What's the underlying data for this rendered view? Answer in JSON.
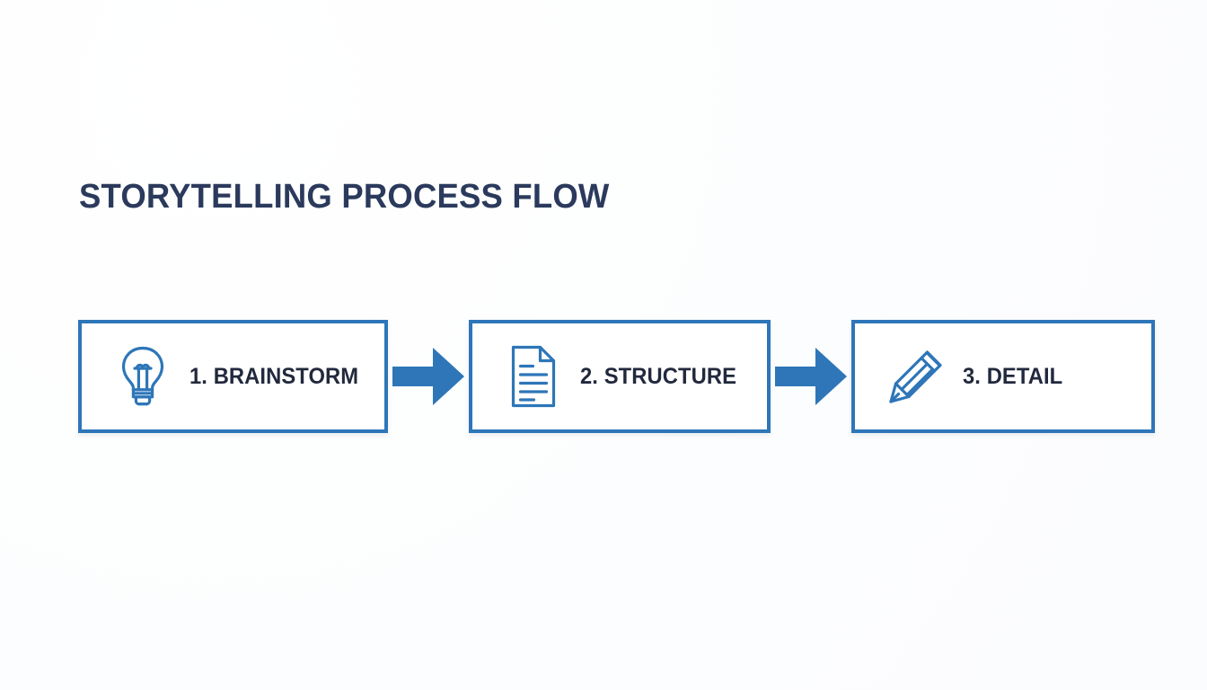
{
  "slide": {
    "title": "STORYTELLING PROCESS FLOW",
    "background_color": "#fdfefe",
    "title_color": "#2b3a5c",
    "accent_color": "#2e76b8",
    "label_color": "#22293d"
  },
  "flow": {
    "steps": [
      {
        "label": "1. BRAINSTORM",
        "number": "1",
        "name": "BRAINSTORM",
        "icon": "lightbulb-icon"
      },
      {
        "label": "2. STRUCTURE",
        "number": "2",
        "name": "STRUCTURE",
        "icon": "document-icon"
      },
      {
        "label": "3. DETAIL",
        "number": "3",
        "name": "DETAIL",
        "icon": "pencil-icon"
      }
    ],
    "connectors": [
      {
        "icon": "arrow-right-icon"
      },
      {
        "icon": "arrow-right-icon"
      }
    ]
  }
}
